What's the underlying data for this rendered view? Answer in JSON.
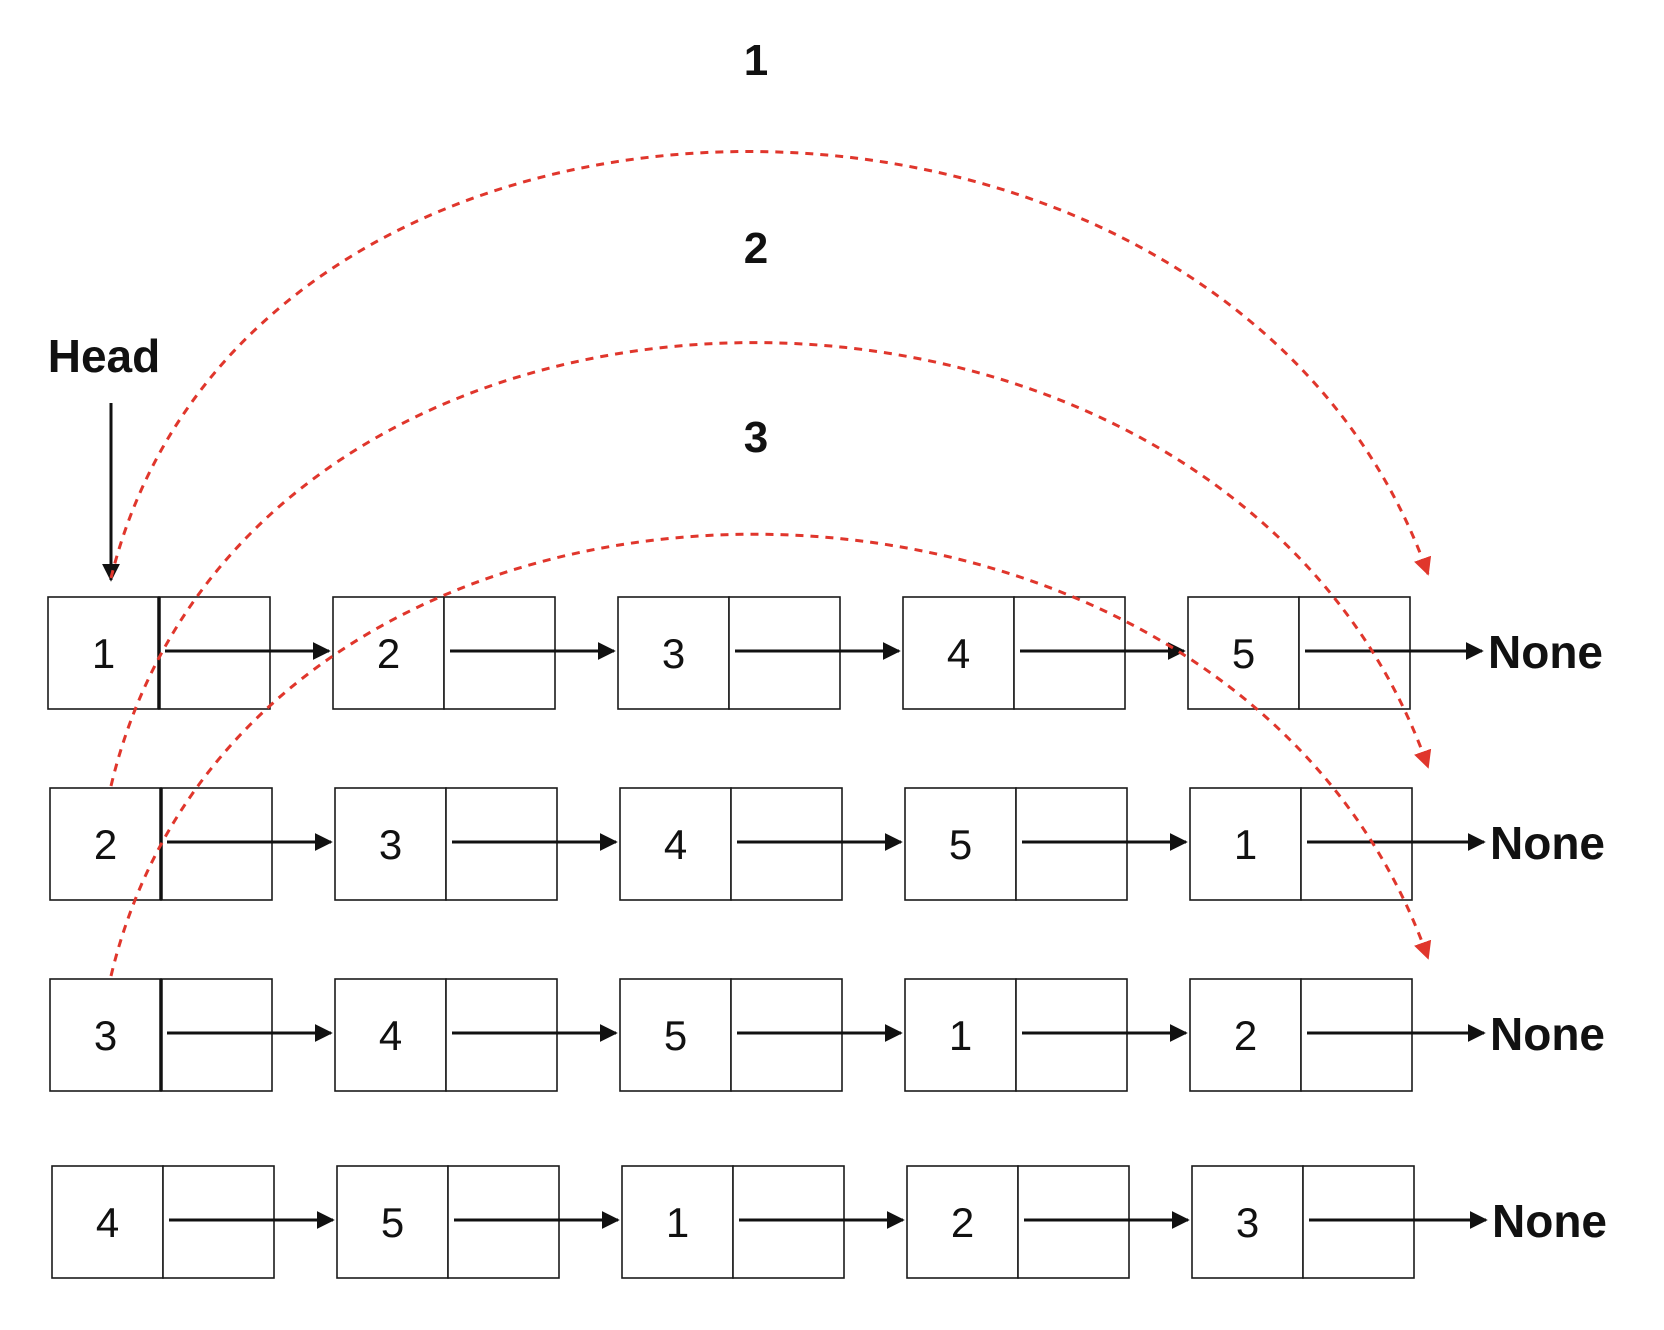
{
  "head_label": "Head",
  "terminal_label": "None",
  "rotation_steps": [
    "1",
    "2",
    "3"
  ],
  "rows": [
    [
      "1",
      "2",
      "3",
      "4",
      "5"
    ],
    [
      "2",
      "3",
      "4",
      "5",
      "1"
    ],
    [
      "3",
      "4",
      "5",
      "1",
      "2"
    ],
    [
      "4",
      "5",
      "1",
      "2",
      "3"
    ]
  ],
  "colors": {
    "arc": "#e0362c",
    "ink": "#111111",
    "background": "#ffffff"
  }
}
